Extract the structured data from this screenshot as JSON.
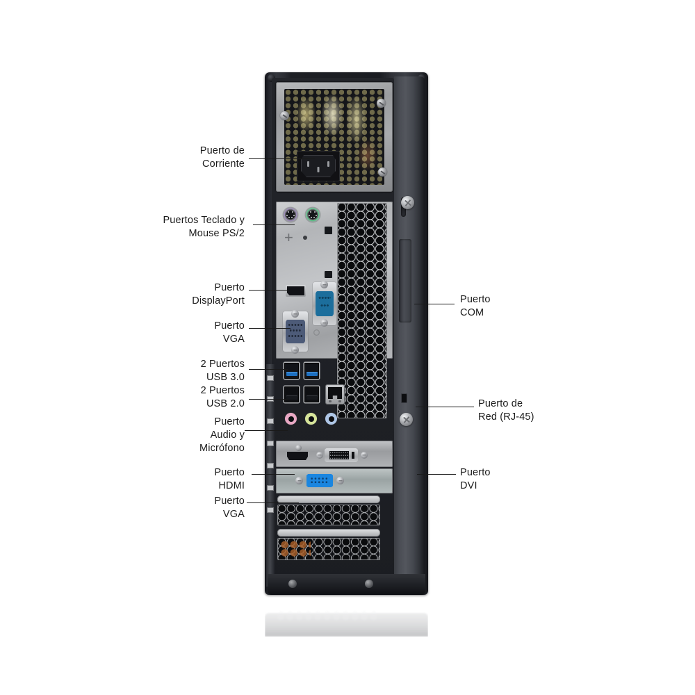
{
  "document": {
    "title": "Diagrama de puertos traseros de computadora de escritorio",
    "language": "es",
    "background_color": "#ffffff"
  },
  "device": {
    "name": "rear-io-panel",
    "form_factor": "Small Form Factor desktop",
    "orientation": "vertical rear view"
  },
  "callouts": {
    "left": [
      {
        "id": "power",
        "label": "Puerto de\nCorriente",
        "target": "iec-power-socket"
      },
      {
        "id": "ps2",
        "label": "Puertos Teclado y\nMouse PS/2",
        "target": "ps2-ports"
      },
      {
        "id": "displayport",
        "label": "Puerto\nDisplayPort",
        "target": "displayport-port"
      },
      {
        "id": "vga-onboard",
        "label": "Puerto\nVGA",
        "target": "vga-port-onboard"
      },
      {
        "id": "usb",
        "label": "2 Puertos\nUSB 3.0\n2 Puertos\nUSB 2.0",
        "target": "usb-ports"
      },
      {
        "id": "audio",
        "label": "Puerto\nAudio y\nMicrófono",
        "target": "audio-jacks"
      },
      {
        "id": "hdmi",
        "label": "Puerto\nHDMI",
        "target": "hdmi-port"
      },
      {
        "id": "vga-card",
        "label": "Puerto\nVGA",
        "target": "vga-port-card"
      }
    ],
    "right": [
      {
        "id": "com",
        "label": "Puerto\nCOM",
        "target": "com-serial-port"
      },
      {
        "id": "rj45",
        "label": "Puerto de\nRed (RJ-45)",
        "target": "rj45-ethernet-port"
      },
      {
        "id": "dvi",
        "label": "Puerto\nDVI",
        "target": "dvi-port"
      }
    ]
  },
  "ports": {
    "iec": {
      "name": "IEC C14 power inlet",
      "color": "#111114"
    },
    "ps2_keyboard": {
      "name": "PS/2 keyboard",
      "color": "#9b8bb8"
    },
    "ps2_mouse": {
      "name": "PS/2 mouse",
      "color": "#5fc98d"
    },
    "displayport": {
      "name": "DisplayPort",
      "color": "#111216"
    },
    "vga_onboard": {
      "name": "VGA D-Sub 15",
      "color": "#4d5b78"
    },
    "com": {
      "name": "Serial COM D-Sub 9",
      "color": "#1c6e9c"
    },
    "usb30": {
      "name": "USB 3.0",
      "color": "#1d6fc0",
      "count": 2
    },
    "usb20": {
      "name": "USB 2.0",
      "color": "#16181c",
      "count": 2
    },
    "rj45": {
      "name": "RJ-45 Ethernet",
      "color": "#0d0e11"
    },
    "audio_mic": {
      "name": "Microphone in",
      "color": "#e9a8c4"
    },
    "audio_out": {
      "name": "Line out",
      "color": "#d6e49a"
    },
    "audio_in": {
      "name": "Line in",
      "color": "#aec6e6"
    },
    "hdmi": {
      "name": "HDMI",
      "color": "#111216"
    },
    "dvi": {
      "name": "DVI-D",
      "color": "#c6c8cb"
    },
    "vga_card": {
      "name": "VGA D-Sub 15 (tarjeta)",
      "color": "#1a86e0"
    }
  },
  "palette": {
    "chassis_dark": "#1a1c21",
    "chassis_panel": "#4a4d54",
    "metal_light": "#c3c5c8",
    "metal_mid": "#9a9c9f",
    "mesh_black": "#101114",
    "text": "#1b1b1b",
    "leader_line": "#1a1a1a"
  }
}
